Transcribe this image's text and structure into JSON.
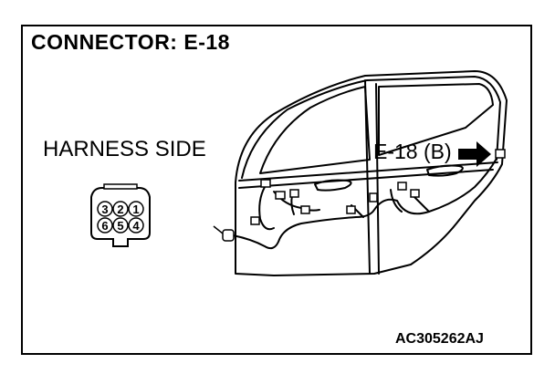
{
  "title": "CONNECTOR: E-18",
  "side_label": "HARNESS SIDE",
  "callout_label": "E-18 (B)",
  "figure_code": "AC305262AJ",
  "connector_pins": {
    "top_row": [
      "3",
      "2",
      "1"
    ],
    "bottom_row": [
      "6",
      "5",
      "4"
    ]
  }
}
